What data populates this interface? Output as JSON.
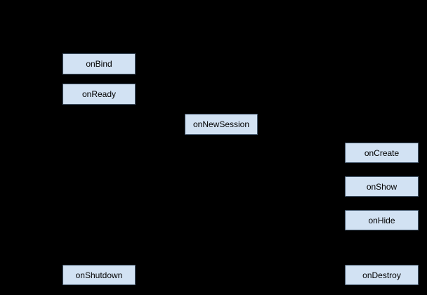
{
  "diagram": {
    "description": "lifecycle-flow-diagram",
    "colors": {
      "background": "#000000",
      "node_fill": "#d2e2f3",
      "node_border": "#45586c",
      "node_text": "#000000"
    },
    "nodes": {
      "onbind": {
        "label": "onBind"
      },
      "onready": {
        "label": "onReady"
      },
      "onnewsession": {
        "label": "onNewSession"
      },
      "oncreate": {
        "label": "onCreate"
      },
      "onshow": {
        "label": "onShow"
      },
      "onhide": {
        "label": "onHide"
      },
      "onshutdown": {
        "label": "onShutdown"
      },
      "ondestroy": {
        "label": "onDestroy"
      }
    }
  }
}
